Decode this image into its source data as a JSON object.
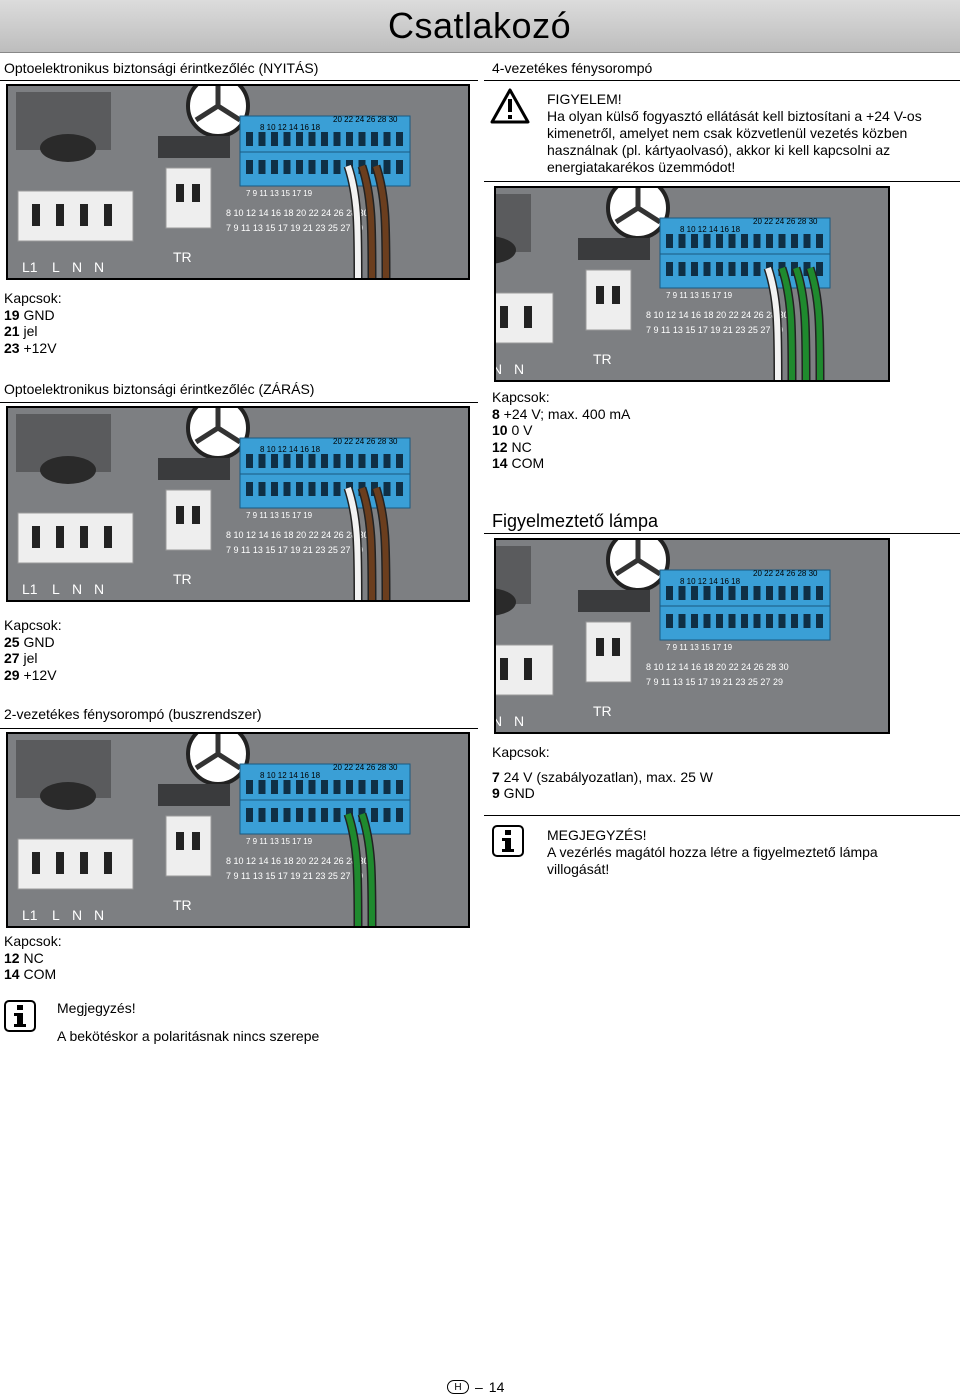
{
  "page": {
    "title": "Csatlakozó",
    "page_number": "14",
    "lang_badge": "H"
  },
  "left": {
    "s1": {
      "title": "Optoelektronikus biztonsági érintkezőléc (NYITÁS)",
      "kap_label": "Kapcsok:",
      "lines": [
        {
          "num": "19",
          "text": " GND"
        },
        {
          "num": "21",
          "text": " jel"
        },
        {
          "num": "23",
          "text": " +12V"
        }
      ]
    },
    "s2": {
      "title": "Optoelektronikus biztonsági érintkezőléc (ZÁRÁS)",
      "kap_label": "Kapcsok:",
      "lines": [
        {
          "num": "25",
          "text": " GND"
        },
        {
          "num": "27",
          "text": " jel"
        },
        {
          "num": "29",
          "text": " +12V"
        }
      ]
    },
    "s3": {
      "title": "2-vezetékes fénysorompó (buszrendszer)",
      "kap_label": "Kapcsok:",
      "lines": [
        {
          "num": "12",
          "text": " NC"
        },
        {
          "num": "14",
          "text": " COM"
        }
      ]
    },
    "note": {
      "title": "Megjegyzés!",
      "text": "A bekötéskor a polaritásnak nincs szerepe"
    }
  },
  "right": {
    "s1": {
      "title": "4-vezetékes fénysorompó",
      "warn_title": "FIGYELEM!",
      "warn_lines": [
        "Ha olyan külső fogyasztó ellátását kell biztosítani a +24 V-os",
        "kimenetről, amelyet nem csak közvetlenül vezetés közben",
        "használnak (pl. kártyaolvasó), akkor ki kell kapcsolni az",
        "energiatakarékos üzemmódot!"
      ],
      "kap_label": "Kapcsok:",
      "lines": [
        {
          "num": "8",
          "text": "  +24 V; max. 400 mA"
        },
        {
          "num": "10",
          "text": " 0 V"
        },
        {
          "num": "12",
          "text": " NC"
        },
        {
          "num": "14",
          "text": " COM"
        }
      ]
    },
    "s2": {
      "title": "Figyelmeztető lámpa",
      "kap_label": "Kapcsok:",
      "lines": [
        {
          "num": "7",
          "text": " 24 V (szabályozatlan), max. 25 W"
        },
        {
          "num": "9",
          "text": " GND"
        }
      ],
      "note_title": "MEGJEGYZÉS!",
      "note_lines": [
        "A vezérlés magától hozza létre a figyelmeztető lámpa",
        "villogását!"
      ]
    }
  },
  "board": {
    "top_row_even": "8  10  12  14  16  18",
    "top_row_right": "20 22 24 26 28 30",
    "mid_row_odd": "7   9   11  13  15  17   19",
    "lbl_row_even": "8  10 12 14 16 18   20 22 24 26 28 30",
    "lbl_row_odd": "7   9  11 13 15 17   19 21 23 25 27 29",
    "mains_labels": [
      "L1",
      "L",
      "N",
      "N"
    ],
    "tr_label": "TR"
  },
  "colors": {
    "terminal_blue": "#3a9fd6",
    "board_grey": "#7d7f82",
    "wire_white": "#f2f2f2",
    "wire_brown": "#6b3e1e",
    "wire_green": "#1f8a2e"
  }
}
